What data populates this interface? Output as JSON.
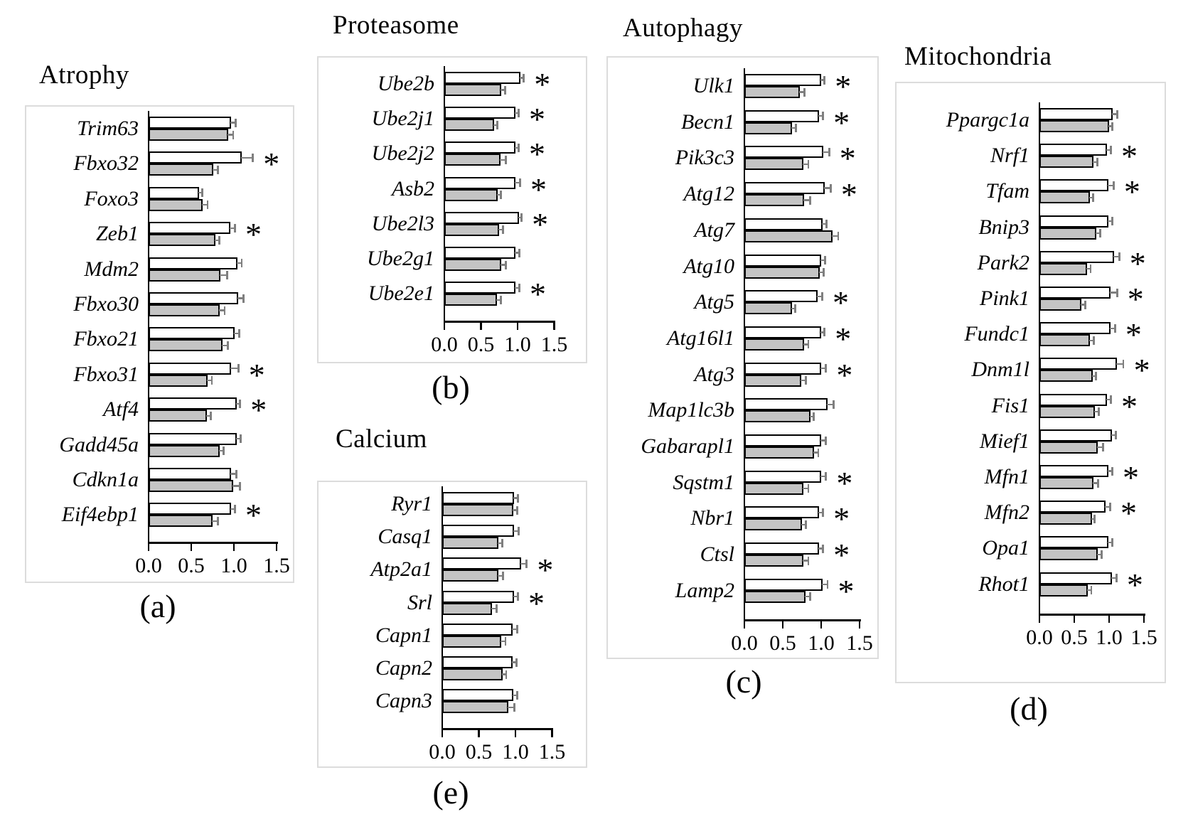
{
  "figure": {
    "significance_symbol": "*",
    "colors": {
      "white_bar_fill": "#ffffff",
      "gray_bar_fill": "#c4c4c4",
      "bar_border": "#000000",
      "error_bar": "#7f7f7f",
      "panel_border": "#dcdcdc",
      "text": "#000000",
      "background": "#ffffff"
    }
  },
  "chart_data": [
    {
      "panel": "a",
      "caption": "(a)",
      "title": "Atrophy",
      "type": "bar",
      "orientation": "horizontal",
      "xlim": [
        0,
        1.5
      ],
      "ticks": [
        0,
        0.5,
        1.0,
        1.5
      ],
      "tick_labels": [
        "0.0",
        "0.5",
        "1.0",
        "1.5"
      ],
      "series": [
        "white",
        "gray"
      ],
      "legend": "none",
      "grid": false,
      "rows": [
        {
          "gene": "Trim63",
          "white": 0.97,
          "white_err": 0.04,
          "gray": 0.93,
          "gray_err": 0.05,
          "sig": false
        },
        {
          "gene": "Fbxo32",
          "white": 1.09,
          "white_err": 0.12,
          "gray": 0.76,
          "gray_err": 0.04,
          "sig": true
        },
        {
          "gene": "Foxo3",
          "white": 0.59,
          "white_err": 0.03,
          "gray": 0.63,
          "gray_err": 0.05,
          "sig": false
        },
        {
          "gene": "Zeb1",
          "white": 0.96,
          "white_err": 0.04,
          "gray": 0.78,
          "gray_err": 0.04,
          "sig": true
        },
        {
          "gene": "Mdm2",
          "white": 1.04,
          "white_err": 0.04,
          "gray": 0.84,
          "gray_err": 0.07,
          "sig": false
        },
        {
          "gene": "Fbxo30",
          "white": 1.05,
          "white_err": 0.05,
          "gray": 0.83,
          "gray_err": 0.05,
          "sig": false
        },
        {
          "gene": "Fbxo21",
          "white": 1.01,
          "white_err": 0.04,
          "gray": 0.87,
          "gray_err": 0.05,
          "sig": false
        },
        {
          "gene": "Fbxo31",
          "white": 0.97,
          "white_err": 0.07,
          "gray": 0.69,
          "gray_err": 0.04,
          "sig": true
        },
        {
          "gene": "Atf4",
          "white": 1.03,
          "white_err": 0.03,
          "gray": 0.68,
          "gray_err": 0.04,
          "sig": true
        },
        {
          "gene": "Gadd45a",
          "white": 1.03,
          "white_err": 0.04,
          "gray": 0.83,
          "gray_err": 0.04,
          "sig": false
        },
        {
          "gene": "Cdkn1a",
          "white": 0.97,
          "white_err": 0.05,
          "gray": 0.99,
          "gray_err": 0.07,
          "sig": false
        },
        {
          "gene": "Eif4ebp1",
          "white": 0.97,
          "white_err": 0.03,
          "gray": 0.75,
          "gray_err": 0.05,
          "sig": true
        }
      ]
    },
    {
      "panel": "b",
      "caption": "(b)",
      "title": "Proteasome",
      "type": "bar",
      "orientation": "horizontal",
      "xlim": [
        0,
        1.5
      ],
      "ticks": [
        0,
        0.5,
        1.0,
        1.5
      ],
      "tick_labels": [
        "0.0",
        "0.5",
        "1.0",
        "1.5"
      ],
      "series": [
        "white",
        "gray"
      ],
      "legend": "none",
      "grid": false,
      "rows": [
        {
          "gene": "Ube2b",
          "white": 1.04,
          "white_err": 0.03,
          "gray": 0.78,
          "gray_err": 0.04,
          "sig": true
        },
        {
          "gene": "Ube2j1",
          "white": 0.97,
          "white_err": 0.03,
          "gray": 0.68,
          "gray_err": 0.03,
          "sig": true
        },
        {
          "gene": "Ube2j2",
          "white": 0.97,
          "white_err": 0.03,
          "gray": 0.77,
          "gray_err": 0.06,
          "sig": true
        },
        {
          "gene": "Asb2",
          "white": 0.97,
          "white_err": 0.05,
          "gray": 0.73,
          "gray_err": 0.03,
          "sig": true
        },
        {
          "gene": "Ube2l3",
          "white": 1.02,
          "white_err": 0.02,
          "gray": 0.75,
          "gray_err": 0.04,
          "sig": true
        },
        {
          "gene": "Ube2g1",
          "white": 0.97,
          "white_err": 0.04,
          "gray": 0.78,
          "gray_err": 0.05,
          "sig": false
        },
        {
          "gene": "Ube2e1",
          "white": 0.97,
          "white_err": 0.04,
          "gray": 0.72,
          "gray_err": 0.04,
          "sig": true
        }
      ]
    },
    {
      "panel": "c",
      "caption": "(c)",
      "title": "Autophagy",
      "type": "bar",
      "orientation": "horizontal",
      "xlim": [
        0,
        1.5
      ],
      "ticks": [
        0,
        0.5,
        1.0,
        1.5
      ],
      "tick_labels": [
        "0.0",
        "0.5",
        "1.0",
        "1.5"
      ],
      "series": [
        "white",
        "gray"
      ],
      "legend": "none",
      "grid": false,
      "rows": [
        {
          "gene": "Ulk1",
          "white": 1.0,
          "white_err": 0.03,
          "gray": 0.72,
          "gray_err": 0.05,
          "sig": true
        },
        {
          "gene": "Becn1",
          "white": 0.97,
          "white_err": 0.04,
          "gray": 0.62,
          "gray_err": 0.04,
          "sig": true
        },
        {
          "gene": "Pik3c3",
          "white": 1.03,
          "white_err": 0.06,
          "gray": 0.77,
          "gray_err": 0.05,
          "sig": true
        },
        {
          "gene": "Atg12",
          "white": 1.05,
          "white_err": 0.06,
          "gray": 0.78,
          "gray_err": 0.06,
          "sig": true
        },
        {
          "gene": "Atg7",
          "white": 1.02,
          "white_err": 0.04,
          "gray": 1.15,
          "gray_err": 0.06,
          "sig": false
        },
        {
          "gene": "Atg10",
          "white": 1.0,
          "white_err": 0.04,
          "gray": 0.98,
          "gray_err": 0.04,
          "sig": false
        },
        {
          "gene": "Atg5",
          "white": 0.95,
          "white_err": 0.05,
          "gray": 0.62,
          "gray_err": 0.03,
          "sig": true
        },
        {
          "gene": "Atg16l1",
          "white": 1.0,
          "white_err": 0.03,
          "gray": 0.78,
          "gray_err": 0.04,
          "sig": true
        },
        {
          "gene": "Atg3",
          "white": 1.0,
          "white_err": 0.05,
          "gray": 0.74,
          "gray_err": 0.05,
          "sig": true
        },
        {
          "gene": "Map1lc3b",
          "white": 1.08,
          "white_err": 0.07,
          "gray": 0.86,
          "gray_err": 0.03,
          "sig": false
        },
        {
          "gene": "Gabarapl1",
          "white": 1.0,
          "white_err": 0.05,
          "gray": 0.91,
          "gray_err": 0.04,
          "sig": false
        },
        {
          "gene": "Sqstm1",
          "white": 1.0,
          "white_err": 0.05,
          "gray": 0.77,
          "gray_err": 0.05,
          "sig": true
        },
        {
          "gene": "Nbr1",
          "white": 0.97,
          "white_err": 0.04,
          "gray": 0.75,
          "gray_err": 0.04,
          "sig": true
        },
        {
          "gene": "Ctsl",
          "white": 0.97,
          "white_err": 0.04,
          "gray": 0.77,
          "gray_err": 0.05,
          "sig": true
        },
        {
          "gene": "Lamp2",
          "white": 1.02,
          "white_err": 0.05,
          "gray": 0.8,
          "gray_err": 0.04,
          "sig": true
        }
      ]
    },
    {
      "panel": "d",
      "caption": "(d)",
      "title": "Mitochondria",
      "type": "bar",
      "orientation": "horizontal",
      "xlim": [
        0,
        1.5
      ],
      "ticks": [
        0,
        0.5,
        1.0,
        1.5
      ],
      "tick_labels": [
        "0.0",
        "0.5",
        "1.0",
        "1.5"
      ],
      "series": [
        "white",
        "gray"
      ],
      "legend": "none",
      "grid": false,
      "rows": [
        {
          "gene": "Ppargc1a",
          "white": 1.05,
          "white_err": 0.05,
          "gray": 1.0,
          "gray_err": 0.03,
          "sig": false
        },
        {
          "gene": "Nrf1",
          "white": 0.97,
          "white_err": 0.04,
          "gray": 0.78,
          "gray_err": 0.04,
          "sig": true
        },
        {
          "gene": "Tfam",
          "white": 0.99,
          "white_err": 0.06,
          "gray": 0.72,
          "gray_err": 0.04,
          "sig": true
        },
        {
          "gene": "Bnip3",
          "white": 0.99,
          "white_err": 0.04,
          "gray": 0.82,
          "gray_err": 0.04,
          "sig": false
        },
        {
          "gene": "Park2",
          "white": 1.07,
          "white_err": 0.06,
          "gray": 0.68,
          "gray_err": 0.04,
          "sig": true
        },
        {
          "gene": "Pink1",
          "white": 1.02,
          "white_err": 0.08,
          "gray": 0.6,
          "gray_err": 0.04,
          "sig": true
        },
        {
          "gene": "Fundc1",
          "white": 1.02,
          "white_err": 0.05,
          "gray": 0.72,
          "gray_err": 0.05,
          "sig": true
        },
        {
          "gene": "Dnm1l",
          "white": 1.11,
          "white_err": 0.08,
          "gray": 0.77,
          "gray_err": 0.03,
          "sig": true
        },
        {
          "gene": "Fis1",
          "white": 0.97,
          "white_err": 0.04,
          "gray": 0.8,
          "gray_err": 0.04,
          "sig": true
        },
        {
          "gene": "Mief1",
          "white": 1.04,
          "white_err": 0.04,
          "gray": 0.84,
          "gray_err": 0.06,
          "sig": false
        },
        {
          "gene": "Mfn1",
          "white": 0.99,
          "white_err": 0.04,
          "gray": 0.78,
          "gray_err": 0.05,
          "sig": true
        },
        {
          "gene": "Mfn2",
          "white": 0.95,
          "white_err": 0.05,
          "gray": 0.75,
          "gray_err": 0.03,
          "sig": true
        },
        {
          "gene": "Opa1",
          "white": 0.99,
          "white_err": 0.04,
          "gray": 0.84,
          "gray_err": 0.04,
          "sig": false
        },
        {
          "gene": "Rhot1",
          "white": 1.04,
          "white_err": 0.05,
          "gray": 0.69,
          "gray_err": 0.04,
          "sig": true
        }
      ]
    },
    {
      "panel": "e",
      "caption": "(e)",
      "title": "Calcium",
      "type": "bar",
      "orientation": "horizontal",
      "xlim": [
        0,
        1.5
      ],
      "ticks": [
        0,
        0.5,
        1.0,
        1.5
      ],
      "tick_labels": [
        "0.0",
        "0.5",
        "1.0",
        "1.5"
      ],
      "series": [
        "white",
        "gray"
      ],
      "legend": "none",
      "grid": false,
      "rows": [
        {
          "gene": "Ryr1",
          "white": 0.98,
          "white_err": 0.04,
          "gray": 0.97,
          "gray_err": 0.04,
          "sig": false
        },
        {
          "gene": "Casq1",
          "white": 0.98,
          "white_err": 0.05,
          "gray": 0.77,
          "gray_err": 0.04,
          "sig": false
        },
        {
          "gene": "Atp2a1",
          "white": 1.08,
          "white_err": 0.06,
          "gray": 0.77,
          "gray_err": 0.05,
          "sig": true
        },
        {
          "gene": "Srl",
          "white": 0.98,
          "white_err": 0.04,
          "gray": 0.68,
          "gray_err": 0.05,
          "sig": true
        },
        {
          "gene": "Capn1",
          "white": 0.96,
          "white_err": 0.05,
          "gray": 0.81,
          "gray_err": 0.04,
          "sig": false
        },
        {
          "gene": "Capn2",
          "white": 0.96,
          "white_err": 0.04,
          "gray": 0.83,
          "gray_err": 0.03,
          "sig": false
        },
        {
          "gene": "Capn3",
          "white": 0.97,
          "white_err": 0.04,
          "gray": 0.9,
          "gray_err": 0.07,
          "sig": false
        }
      ]
    }
  ]
}
